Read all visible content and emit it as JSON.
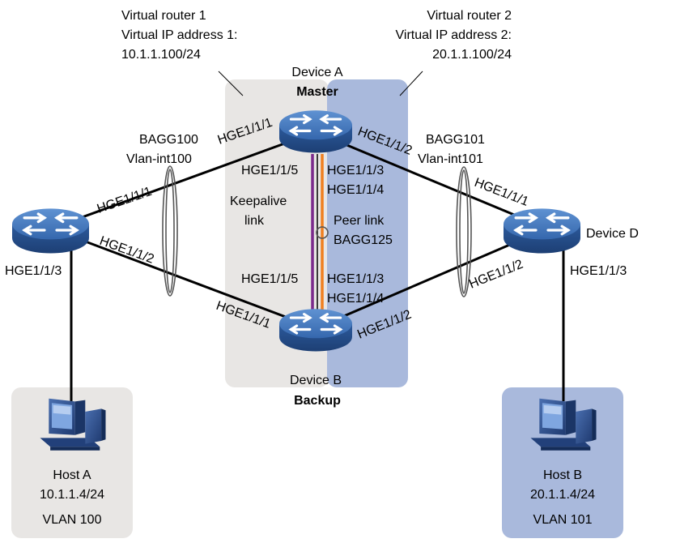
{
  "colors": {
    "virtual_router_1_band": "#e8e6e4",
    "virtual_router_2_band": "#a9b9dc",
    "host_a_box": "#e8e6e4",
    "host_b_box": "#a9b9dc",
    "device_fill": "#3d72b8",
    "link": "#000000",
    "keepalive_link": "#7b2a8c",
    "peer_link": "#f07f1e"
  },
  "virtual_routers": {
    "vr1": {
      "name": "Virtual router 1",
      "ip_label": "Virtual IP address 1:",
      "ip": "10.1.1.100/24"
    },
    "vr2": {
      "name": "Virtual router 2",
      "ip_label": "Virtual IP address 2:",
      "ip": "20.1.1.100/24"
    }
  },
  "devices": {
    "device_a": {
      "name": "Device A",
      "role": "Master",
      "icon": "switch-icon"
    },
    "device_b": {
      "name": "Device B",
      "role": "Backup",
      "icon": "switch-icon"
    },
    "device_c": {
      "icon": "switch-icon"
    },
    "device_d": {
      "name": "Device D",
      "icon": "switch-icon"
    }
  },
  "hosts": {
    "host_a": {
      "name": "Host A",
      "ip": "10.1.1.4/24",
      "vlan": "VLAN 100",
      "icon": "computer-icon"
    },
    "host_b": {
      "name": "Host B",
      "ip": "20.1.1.4/24",
      "vlan": "VLAN 101",
      "icon": "computer-icon"
    }
  },
  "aggregations": {
    "bagg100": {
      "name": "BAGG100",
      "vlan_if": "Vlan-int100"
    },
    "bagg101": {
      "name": "BAGG101",
      "vlan_if": "Vlan-int101"
    },
    "keepalive": {
      "line1": "Keepalive",
      "line2": "link"
    },
    "peer": {
      "line1": "Peer link",
      "line2": "BAGG125"
    }
  },
  "ports": {
    "a_hge111": "HGE1/1/1",
    "a_hge112": "HGE1/1/2",
    "a_hge115": "HGE1/1/5",
    "a_hge113": "HGE1/1/3",
    "a_hge114": "HGE1/1/4",
    "b_hge111": "HGE1/1/1",
    "b_hge112": "HGE1/1/2",
    "b_hge115": "HGE1/1/5",
    "b_hge113": "HGE1/1/3",
    "b_hge114": "HGE1/1/4",
    "c_hge111": "HGE1/1/1",
    "c_hge112": "HGE1/1/2",
    "c_hge113": "HGE1/1/3",
    "d_hge111": "HGE1/1/1",
    "d_hge112": "HGE1/1/2",
    "d_hge113": "HGE1/1/3"
  }
}
